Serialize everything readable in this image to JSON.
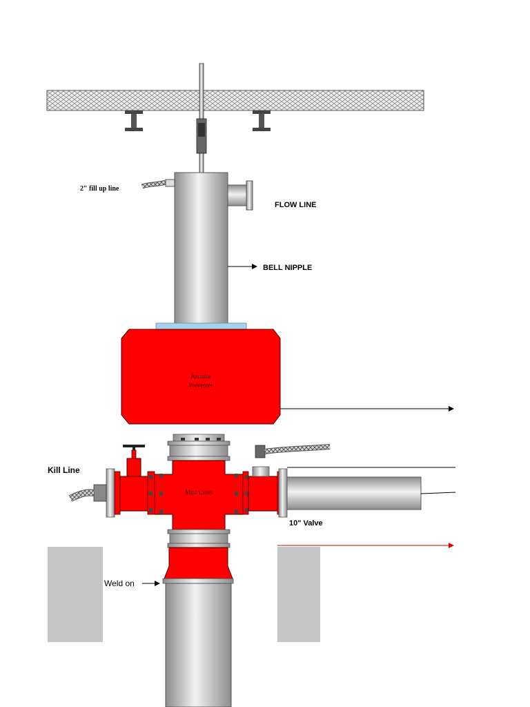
{
  "labels": {
    "fill_up_line": "2\" fill up line",
    "flow_line": "FLOW LINE",
    "bell_nipple": "BELL NIPPLE",
    "annular_line1": "Annular",
    "annular_line2": "Preventer",
    "kill_line": "Kill Line",
    "mud_cross": "Mud Cross",
    "valve_10": "10\" Valve",
    "weld_on": "Weld on"
  },
  "colors": {
    "bop_red": "#ff0000",
    "steel_light": "#e6e6e6",
    "steel_dark": "#8c8c8c",
    "cellar_wall": "#c6c6c6",
    "seal_plate": "#a9d1ee",
    "red_arrow": "#e00000"
  }
}
